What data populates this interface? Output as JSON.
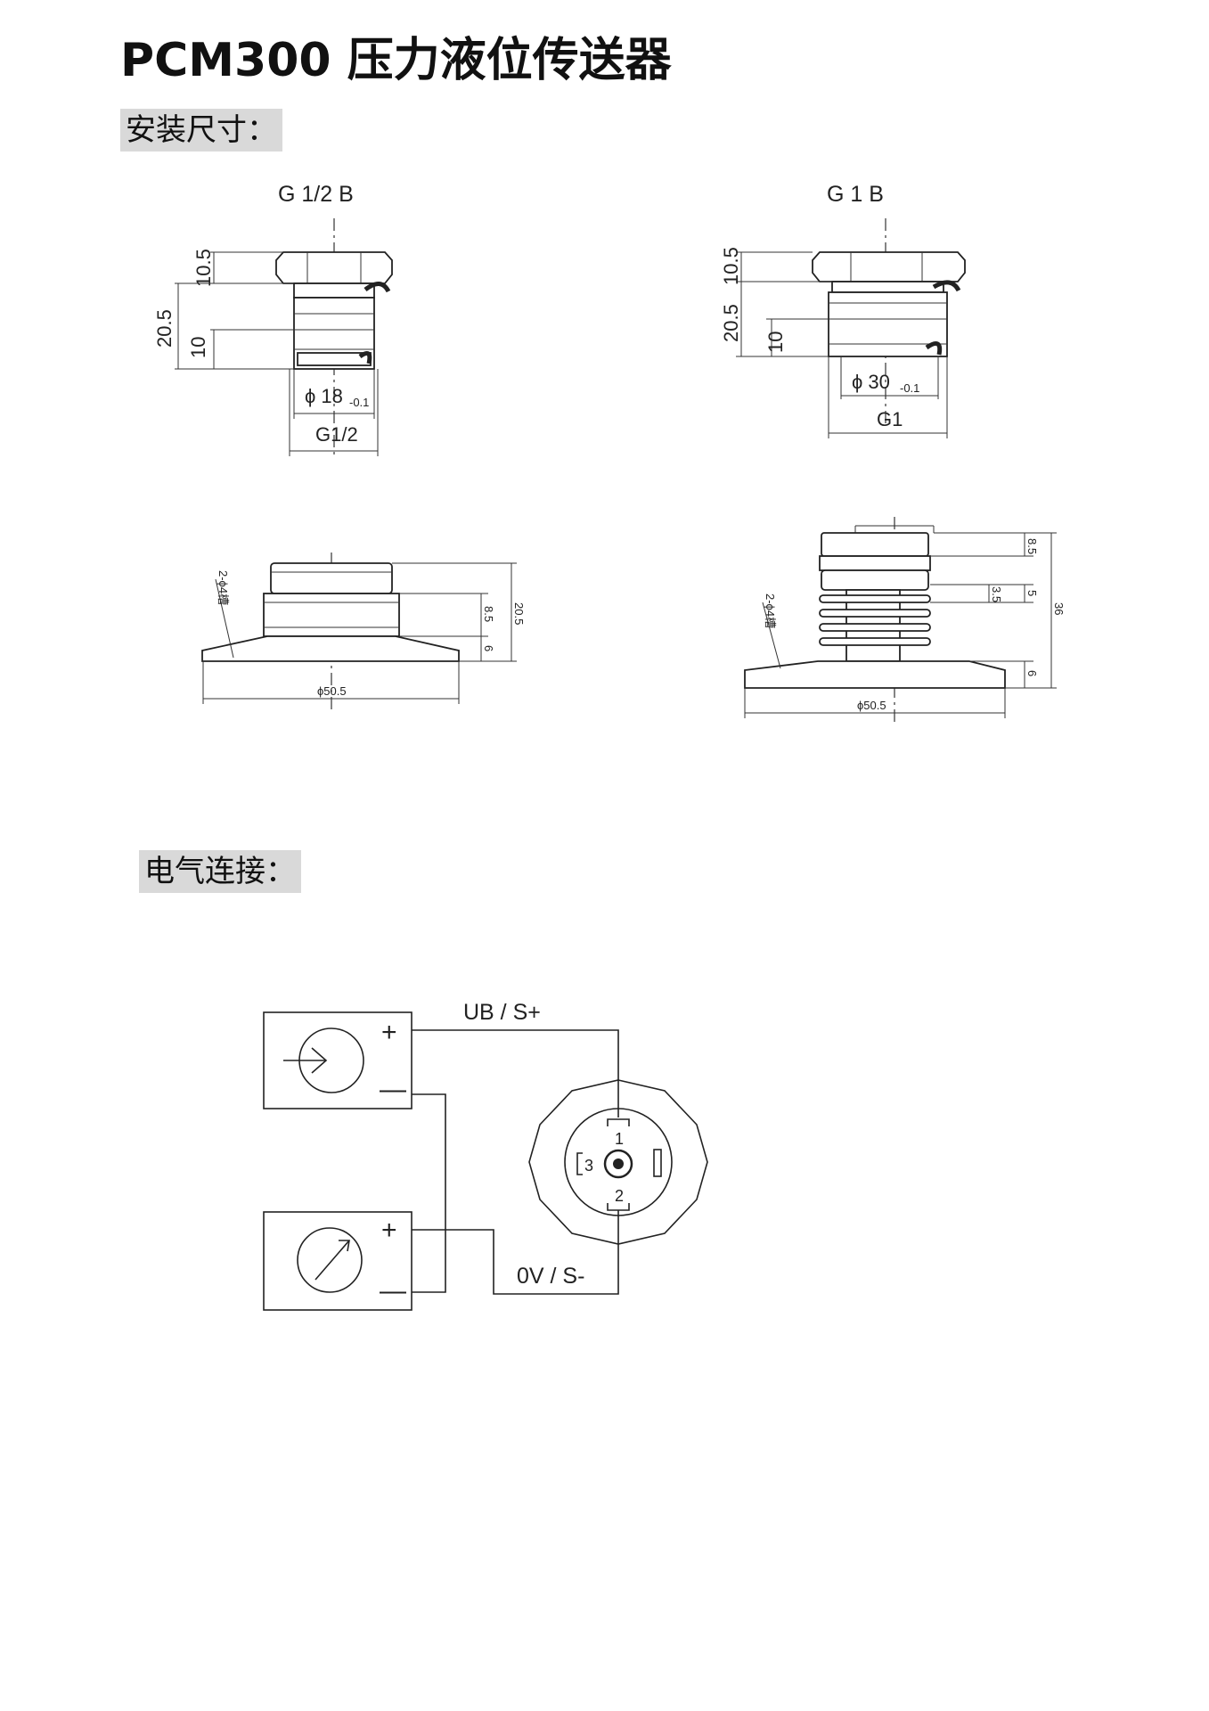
{
  "title": "PCM300 压力液位传送器",
  "sections": {
    "install": "安装尺寸：",
    "electrical": "电气连接："
  },
  "drawing_left_top": {
    "thread": "G 1/2 B",
    "dim_hex": "10.5",
    "dim_total": "20.5",
    "dim_thread": "10",
    "diameter": "ϕ 18",
    "diameter_tol": "-0.1",
    "thread_width": "G1/2"
  },
  "drawing_right_top": {
    "thread": "G 1 B",
    "dim_hex": "10.5",
    "dim_total": "20.5",
    "dim_thread": "10",
    "diameter": "ϕ 30",
    "diameter_tol": "-0.1",
    "thread_width": "G1"
  },
  "drawing_left_bottom": {
    "note": "2-ϕ4槽",
    "dim_a": "8.5",
    "dim_b": "20.5",
    "dim_c": "6",
    "diameter": "ϕ50.5"
  },
  "drawing_right_bottom": {
    "note": "2-ϕ4槽",
    "dim_a": "8.5",
    "dim_b": "3.5",
    "dim_c": "5",
    "dim_d": "6",
    "dim_total": "36",
    "diameter": "ϕ50.5"
  },
  "wiring": {
    "top_wire": "UB / S+",
    "bottom_wire": "0V / S-",
    "plus": "+",
    "minus": "—",
    "pin1": "1",
    "pin2": "2",
    "pin3": "3"
  }
}
